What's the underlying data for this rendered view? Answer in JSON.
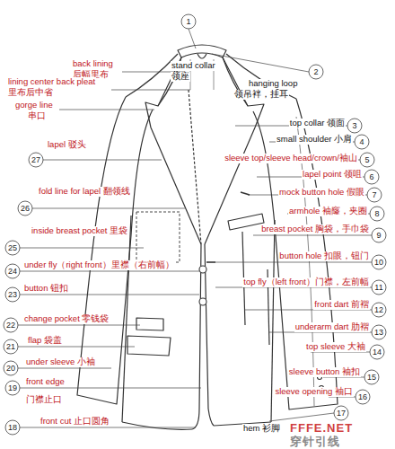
{
  "diagram": {
    "labels": [
      "back lining",
      "后幅里布",
      "lining center back pleat",
      "里布后中省",
      "gorge line",
      "串口",
      "lapel 驳头",
      "fold line for lapel 翻领线",
      "inside breast pocket 里袋",
      "under fly（right front）里襟（右前幅）",
      "button 钮扣",
      "change pocket 零钱袋",
      "flap 袋盖",
      "under sleeve 小袖",
      "front edge",
      "门襟止口",
      "front cut 止口圆角",
      "stand collar",
      "领座",
      "hanging loop",
      "领吊袢，挂耳",
      "top collar 领面",
      "small shoulder 小肩",
      "sleeve top/sleeve head/crown/袖山",
      "lapel point 领咀",
      "mock button hole 假眼",
      "armhole 袖窿，夹圈",
      "breast pocket 胸袋，手巾袋",
      "button hole 扣眼，钮门",
      "top fly（left front）门襟，左前幅",
      "front dart 前褶",
      "underarm dart 肋褶",
      "top sleeve 大袖",
      "sleeve button 袖扣",
      "sleeve opening 袖口",
      "hem 衫脚",
      "1",
      "2",
      "3",
      "4",
      "5",
      "6",
      "7",
      "8",
      "9",
      "10",
      "11",
      "12",
      "13",
      "14",
      "15",
      "16",
      "17",
      "18",
      "19",
      "20",
      "21",
      "22",
      "23",
      "24",
      "25",
      "26",
      "27",
      "FFFE.NET",
      "穿针引线"
    ]
  }
}
